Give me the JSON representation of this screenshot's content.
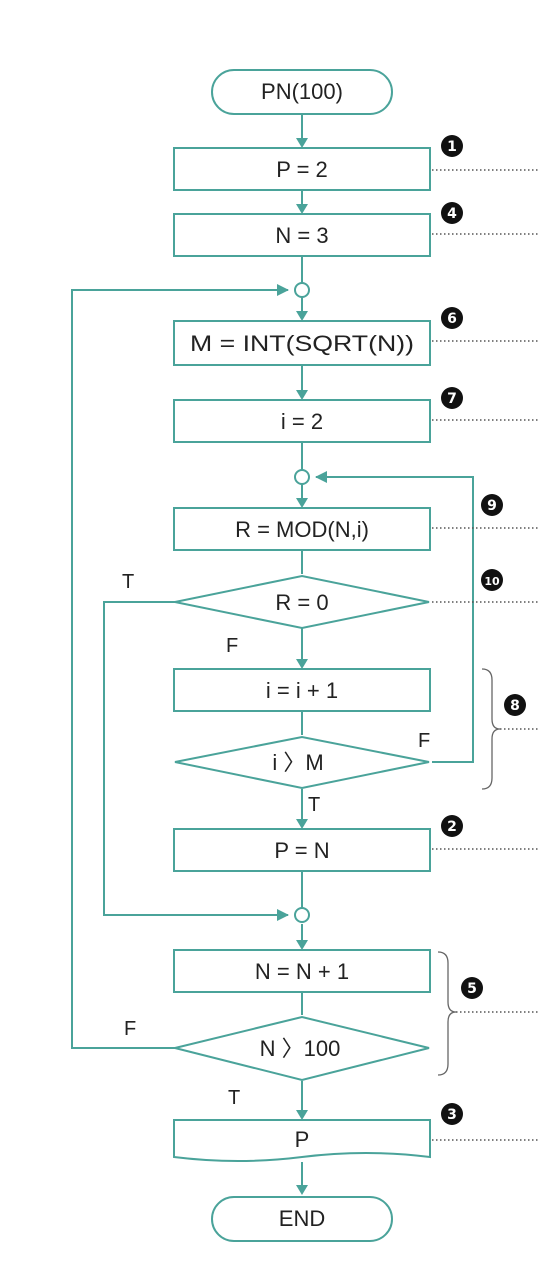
{
  "nodes": {
    "start": "PN(100)",
    "p_init": "P = 2",
    "n_init": "N = 3",
    "m_calc": "M = INT(SQRT(N))",
    "i_init": "i = 2",
    "r_calc": "R = MOD(N,i)",
    "r_zero": "R = 0",
    "i_inc": "i = i + 1",
    "i_gt_m": "i 〉M",
    "p_set": "P = N",
    "n_inc": "N = N + 1",
    "n_gt_100": "N 〉100",
    "output": "P",
    "end": "END"
  },
  "labels": {
    "r_zero_true": "T",
    "r_zero_false": "F",
    "i_gt_m_false": "F",
    "i_gt_m_true": "T",
    "n_gt_100_false": "F",
    "n_gt_100_true": "T"
  },
  "badges": {
    "b1": "1",
    "b2": "2",
    "b3": "3",
    "b4": "4",
    "b5": "5",
    "b6": "6",
    "b7": "7",
    "b8": "8",
    "b9": "9",
    "b10": "10"
  },
  "colors": {
    "accent": "#4aa39a",
    "text": "#222222",
    "badge": "#111111"
  }
}
